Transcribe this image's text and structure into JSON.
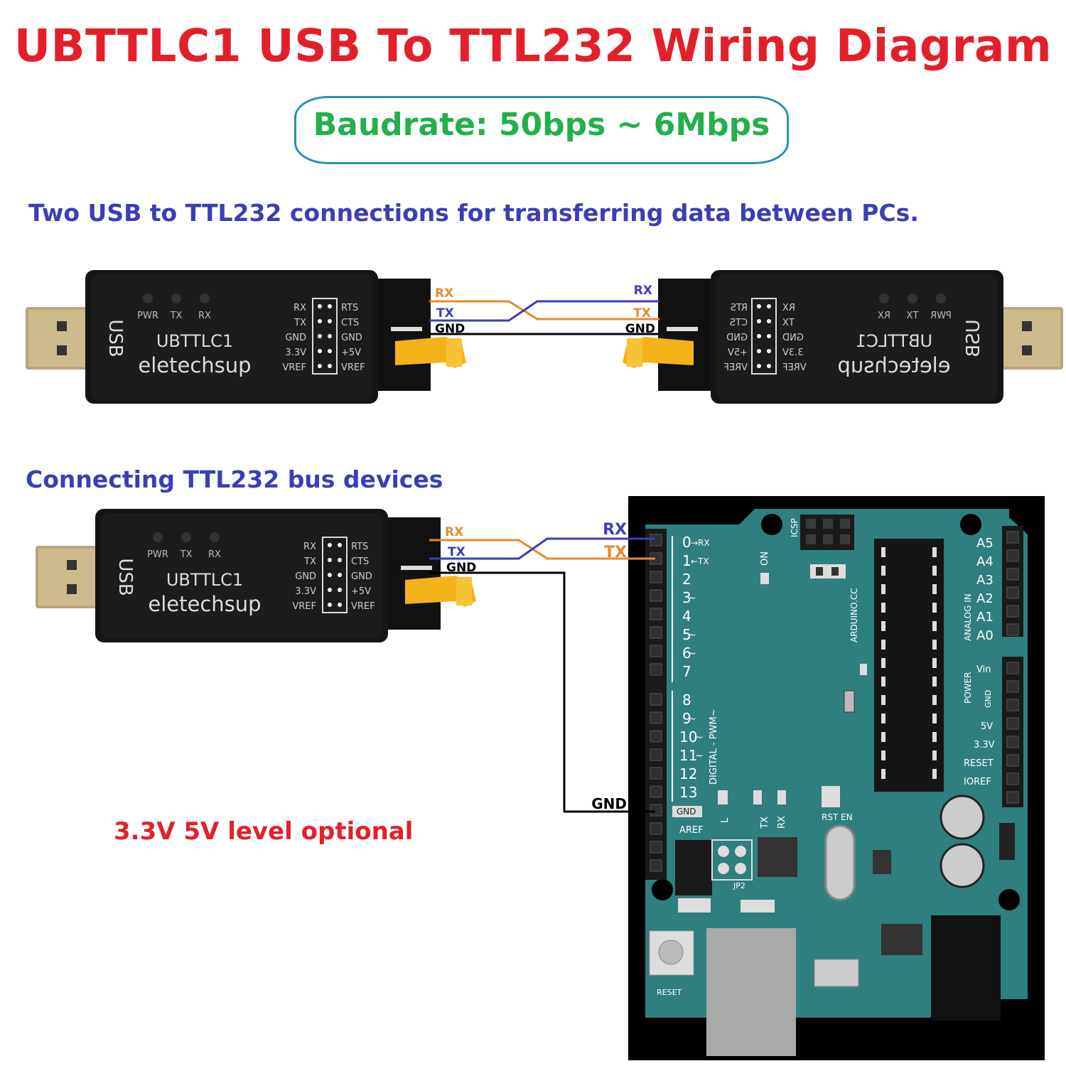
{
  "title": "UBTTLC1 USB To TTL232 Wiring Diagram",
  "baudrate": "Baudrate: 50bps ~ 6Mbps",
  "section1_heading": "Two USB to TTL232 connections for transferring data between PCs.",
  "section2_heading": "Connecting TTL232 bus devices",
  "level_note": "3.3V 5V level optional",
  "adapter": {
    "usb": "USB",
    "model": "UBTTLC1",
    "brand": "eletechsup",
    "leds": [
      "PWR",
      "TX",
      "RX"
    ],
    "pins_left": [
      "RX",
      "TX",
      "GND",
      "3.3V",
      "VREF"
    ],
    "pins_right": [
      "RTS",
      "CTS",
      "GND",
      "+5V",
      "VREF"
    ]
  },
  "wires": {
    "rx": "RX",
    "tx": "TX",
    "gnd": "GND"
  },
  "arduino": {
    "digital_pins": [
      "0",
      "1",
      "2",
      "3",
      "4",
      "5",
      "6",
      "7",
      "8",
      "9",
      "10",
      "11",
      "12",
      "13"
    ],
    "rx_mark": "→RX",
    "tx_mark": "←TX",
    "pwm_tilde": "~",
    "digital_label": "DIGITAL - PWM~",
    "gnd": "GND",
    "aref": "AREF",
    "analog_pins": [
      "A5",
      "A4",
      "A3",
      "A2",
      "A1",
      "A0"
    ],
    "analog_label": "ANALOG IN",
    "power_label": "POWER",
    "power_pins": [
      "Vin",
      "GND",
      "5V",
      "3.3V",
      "RESET",
      "IOREF"
    ],
    "icsp": "ICSP",
    "on": "ON",
    "brand": "ARDUINO.CC",
    "l": "L",
    "tx": "TX",
    "rx": "RX",
    "rst_en": "RST EN",
    "jp2": "JP2",
    "reset": "RESET"
  },
  "colors": {
    "title": "#e3202a",
    "baud": "#22b04b",
    "heading": "#3a3fb5",
    "rx_wire": "#e58a2e",
    "tx_wire": "#3a3fb5",
    "board": "#2f7f7f",
    "adapter": "#161616"
  }
}
